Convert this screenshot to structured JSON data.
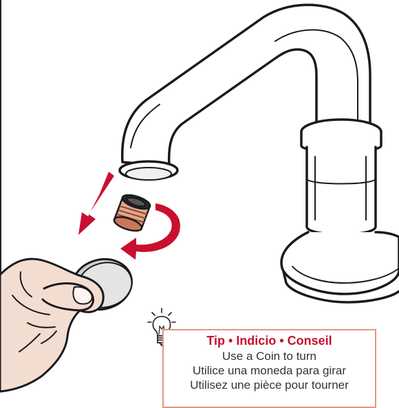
{
  "tip": {
    "title": "Tip • Indicio • Conseil",
    "lines": [
      "Use a Coin to turn",
      "Utilice una moneda para girar",
      "Utilisez une pièce pour tourner"
    ]
  },
  "colors": {
    "arrow_red": "#c8102e",
    "aerator_copper": "#c8785a",
    "coin_gray": "#dcdcdc",
    "skin": "#f3ddd0",
    "tip_border": "#e0987e"
  },
  "icons": [
    "lightbulb-icon",
    "down-left-arrow-icon",
    "rotate-clockwise-arrow-icon"
  ]
}
